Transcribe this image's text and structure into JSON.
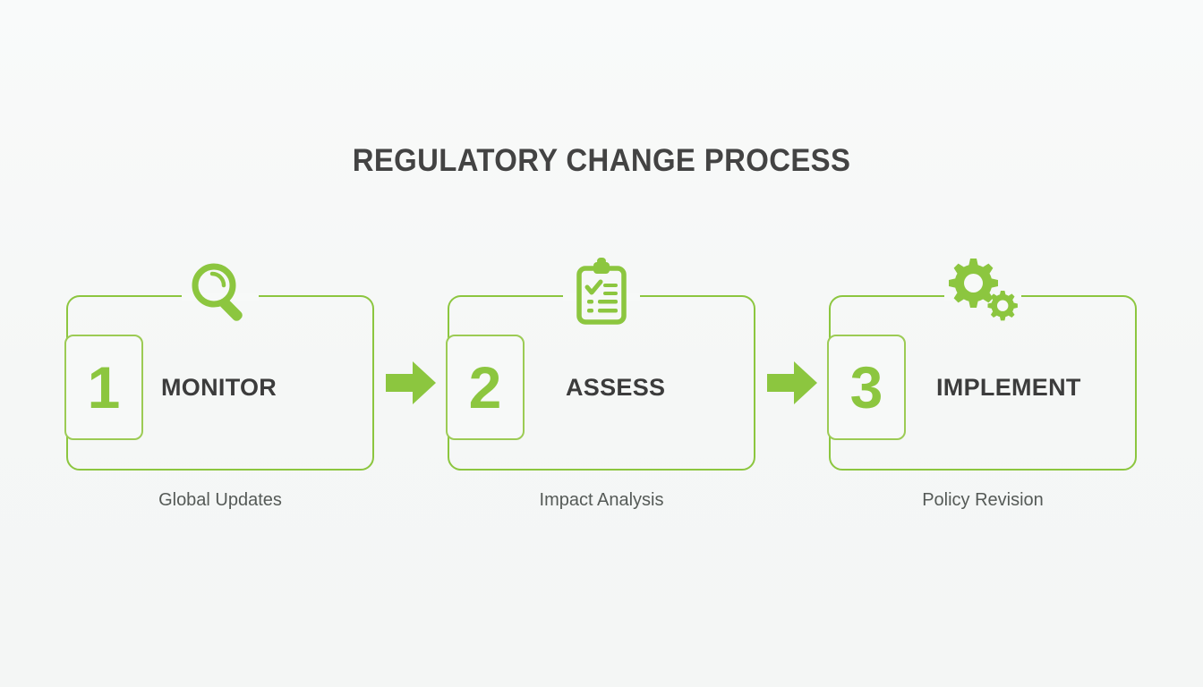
{
  "slide": {
    "background_color": "#f6f8f7",
    "accent_color": "#8cc63f",
    "title_color": "#434343",
    "title": "REGULATORY CHANGE PROCESS"
  },
  "steps": [
    {
      "number": "1",
      "title": "MONITOR",
      "caption": "Global Updates",
      "icon": "magnifier-icon"
    },
    {
      "number": "2",
      "title": "ASSESS",
      "caption": "Impact Analysis",
      "icon": "clipboard-checklist-icon"
    },
    {
      "number": "3",
      "title": "IMPLEMENT",
      "caption": "Policy Revision",
      "icon": "gears-icon"
    }
  ],
  "connectors": [
    {
      "icon": "arrow-right-icon"
    },
    {
      "icon": "arrow-right-icon"
    }
  ]
}
